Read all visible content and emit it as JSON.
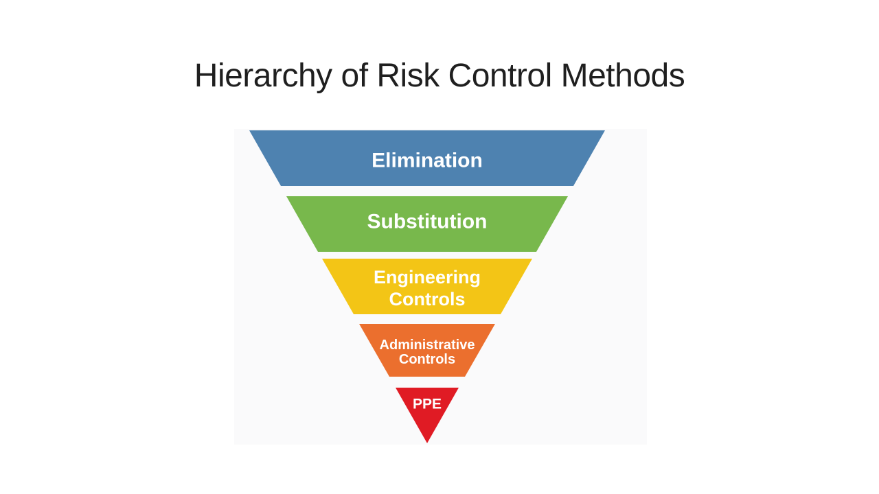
{
  "slide": {
    "title": "Hierarchy of Risk Control Methods"
  },
  "pyramid": {
    "type": "inverted-pyramid-funnel",
    "background_color": "#fafafb",
    "label_text_color": "#ffffff",
    "levels": [
      {
        "line1": "Elimination",
        "color": "#4e82b0"
      },
      {
        "line1": "Substitution",
        "color": "#78b84c"
      },
      {
        "line1": "Engineering",
        "line2": "Controls",
        "color": "#f3c516"
      },
      {
        "line1": "Administrative",
        "line2": "Controls",
        "color": "#eb6f2e"
      },
      {
        "line1": "PPE",
        "color": "#e01b24"
      }
    ]
  }
}
